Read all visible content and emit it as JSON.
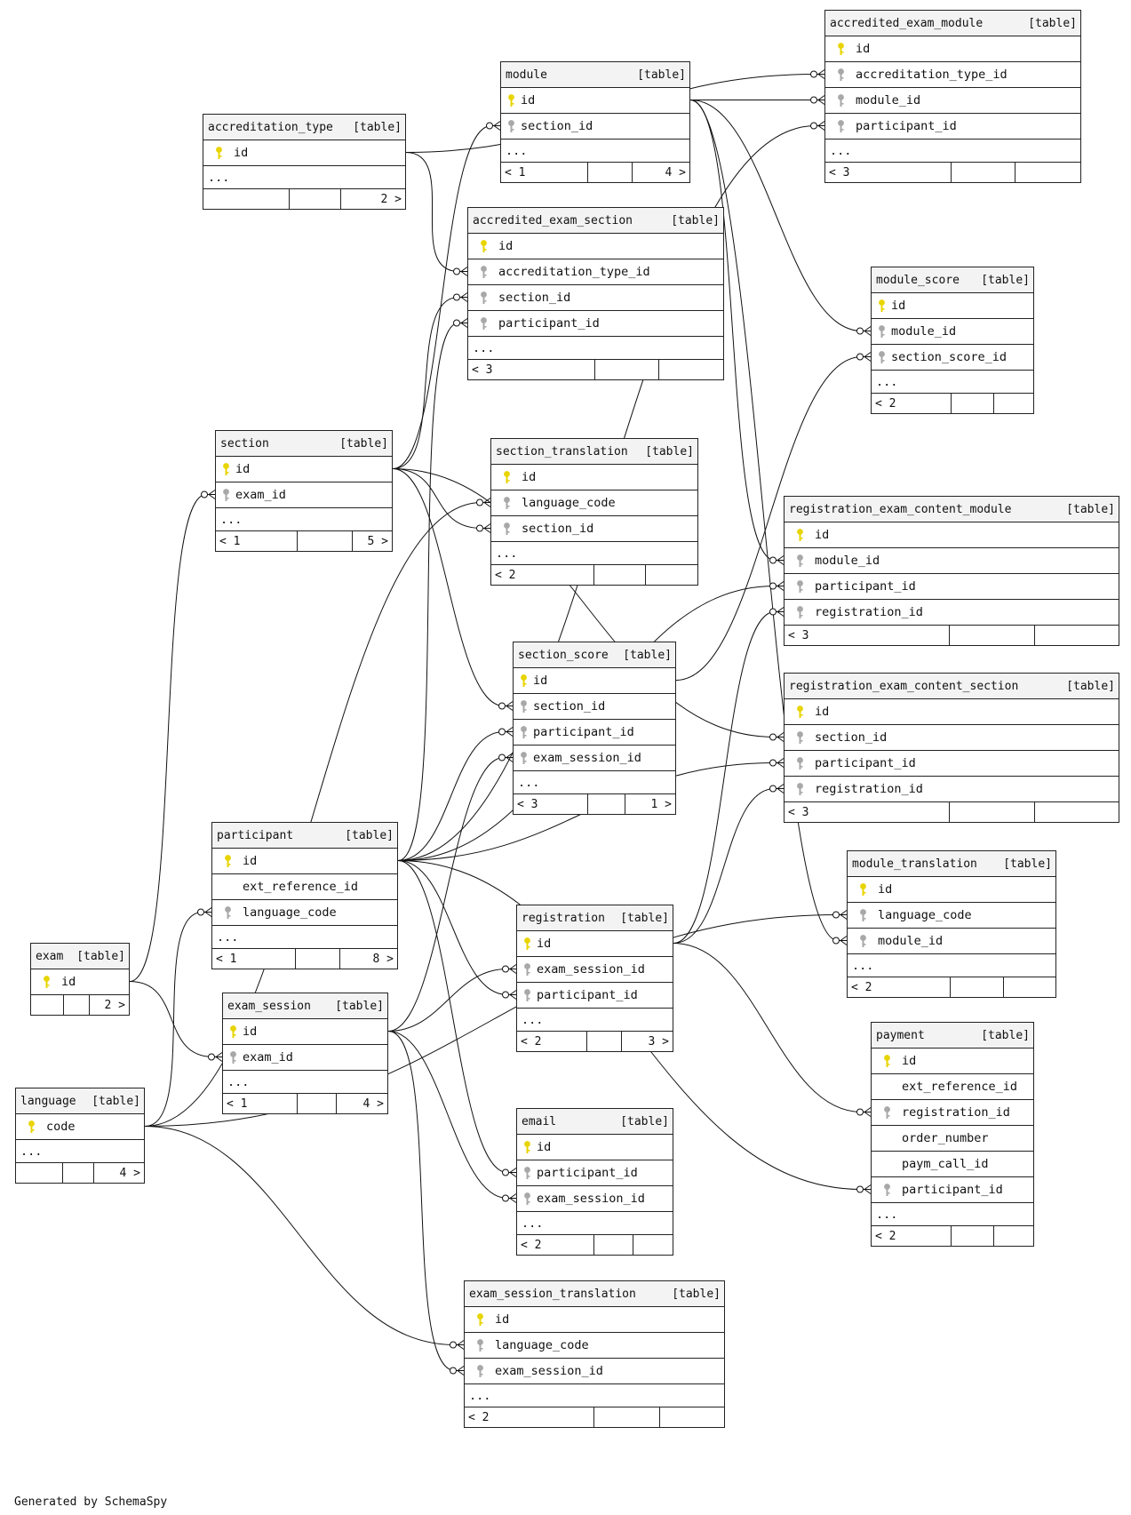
{
  "footer_text": "Generated by SchemaSpy",
  "tables": [
    {
      "name": "accredited_exam_module",
      "tag": "[table]",
      "columns": [
        {
          "name": "id",
          "key": "pk"
        },
        {
          "name": "accreditation_type_id",
          "key": "fk"
        },
        {
          "name": "module_id",
          "key": "fk"
        },
        {
          "name": "participant_id",
          "key": "fk"
        }
      ],
      "more": "...",
      "parents": "< 3",
      "children": ""
    },
    {
      "name": "module",
      "tag": "[table]",
      "columns": [
        {
          "name": "id",
          "key": "pk"
        },
        {
          "name": "section_id",
          "key": "fk"
        }
      ],
      "more": "...",
      "parents": "< 1",
      "children": "4 >"
    },
    {
      "name": "accreditation_type",
      "tag": "[table]",
      "columns": [
        {
          "name": "id",
          "key": "pk"
        }
      ],
      "more": "...",
      "parents": "",
      "children": "2 >"
    },
    {
      "name": "accredited_exam_section",
      "tag": "[table]",
      "columns": [
        {
          "name": "id",
          "key": "pk"
        },
        {
          "name": "accreditation_type_id",
          "key": "fk"
        },
        {
          "name": "section_id",
          "key": "fk"
        },
        {
          "name": "participant_id",
          "key": "fk"
        }
      ],
      "more": "...",
      "parents": "< 3",
      "children": ""
    },
    {
      "name": "module_score",
      "tag": "[table]",
      "columns": [
        {
          "name": "id",
          "key": "pk"
        },
        {
          "name": "module_id",
          "key": "fk"
        },
        {
          "name": "section_score_id",
          "key": "fk"
        }
      ],
      "more": "...",
      "parents": "< 2",
      "children": ""
    },
    {
      "name": "section",
      "tag": "[table]",
      "columns": [
        {
          "name": "id",
          "key": "pk"
        },
        {
          "name": "exam_id",
          "key": "fk"
        }
      ],
      "more": "...",
      "parents": "< 1",
      "children": "5 >"
    },
    {
      "name": "section_translation",
      "tag": "[table]",
      "columns": [
        {
          "name": "id",
          "key": "pk"
        },
        {
          "name": "language_code",
          "key": "fk"
        },
        {
          "name": "section_id",
          "key": "fk"
        }
      ],
      "more": "...",
      "parents": "< 2",
      "children": ""
    },
    {
      "name": "registration_exam_content_module",
      "tag": "[table]",
      "columns": [
        {
          "name": "id",
          "key": "pk"
        },
        {
          "name": "module_id",
          "key": "fk"
        },
        {
          "name": "participant_id",
          "key": "fk"
        },
        {
          "name": "registration_id",
          "key": "fk"
        }
      ],
      "more": "",
      "parents": "< 3",
      "children": ""
    },
    {
      "name": "section_score",
      "tag": "[table]",
      "columns": [
        {
          "name": "id",
          "key": "pk"
        },
        {
          "name": "section_id",
          "key": "fk"
        },
        {
          "name": "participant_id",
          "key": "fk"
        },
        {
          "name": "exam_session_id",
          "key": "fk"
        }
      ],
      "more": "...",
      "parents": "< 3",
      "children": "1 >"
    },
    {
      "name": "registration_exam_content_section",
      "tag": "[table]",
      "columns": [
        {
          "name": "id",
          "key": "pk"
        },
        {
          "name": "section_id",
          "key": "fk"
        },
        {
          "name": "participant_id",
          "key": "fk"
        },
        {
          "name": "registration_id",
          "key": "fk"
        }
      ],
      "more": "",
      "parents": "< 3",
      "children": ""
    },
    {
      "name": "participant",
      "tag": "[table]",
      "columns": [
        {
          "name": "id",
          "key": "pk"
        },
        {
          "name": "ext_reference_id",
          "key": ""
        },
        {
          "name": "language_code",
          "key": "fk"
        }
      ],
      "more": "...",
      "parents": "< 1",
      "children": "8 >"
    },
    {
      "name": "module_translation",
      "tag": "[table]",
      "columns": [
        {
          "name": "id",
          "key": "pk"
        },
        {
          "name": "language_code",
          "key": "fk"
        },
        {
          "name": "module_id",
          "key": "fk"
        }
      ],
      "more": "...",
      "parents": "< 2",
      "children": ""
    },
    {
      "name": "registration",
      "tag": "[table]",
      "columns": [
        {
          "name": "id",
          "key": "pk"
        },
        {
          "name": "exam_session_id",
          "key": "fk"
        },
        {
          "name": "participant_id",
          "key": "fk"
        }
      ],
      "more": "...",
      "parents": "< 2",
      "children": "3 >"
    },
    {
      "name": "exam",
      "tag": "[table]",
      "columns": [
        {
          "name": "id",
          "key": "pk"
        }
      ],
      "more": "",
      "parents": "",
      "children": "2 >"
    },
    {
      "name": "exam_session",
      "tag": "[table]",
      "columns": [
        {
          "name": "id",
          "key": "pk"
        },
        {
          "name": "exam_id",
          "key": "fk"
        }
      ],
      "more": "...",
      "parents": "< 1",
      "children": "4 >"
    },
    {
      "name": "payment",
      "tag": "[table]",
      "columns": [
        {
          "name": "id",
          "key": "pk"
        },
        {
          "name": "ext_reference_id",
          "key": ""
        },
        {
          "name": "registration_id",
          "key": "fk"
        },
        {
          "name": "order_number",
          "key": ""
        },
        {
          "name": "paym_call_id",
          "key": ""
        },
        {
          "name": "participant_id",
          "key": "fk"
        }
      ],
      "more": "...",
      "parents": "< 2",
      "children": ""
    },
    {
      "name": "language",
      "tag": "[table]",
      "columns": [
        {
          "name": "code",
          "key": "pk"
        }
      ],
      "more": "...",
      "parents": "",
      "children": "4 >"
    },
    {
      "name": "email",
      "tag": "[table]",
      "columns": [
        {
          "name": "id",
          "key": "pk"
        },
        {
          "name": "participant_id",
          "key": "fk"
        },
        {
          "name": "exam_session_id",
          "key": "fk"
        }
      ],
      "more": "...",
      "parents": "< 2",
      "children": ""
    },
    {
      "name": "exam_session_translation",
      "tag": "[table]",
      "columns": [
        {
          "name": "id",
          "key": "pk"
        },
        {
          "name": "language_code",
          "key": "fk"
        },
        {
          "name": "exam_session_id",
          "key": "fk"
        }
      ],
      "more": "...",
      "parents": "< 2",
      "children": ""
    }
  ],
  "relationships": [
    {
      "from": "accreditation_type",
      "to": "accredited_exam_module",
      "col": 1
    },
    {
      "from": "accreditation_type",
      "to": "accredited_exam_section",
      "col": 1
    },
    {
      "from": "module",
      "to": "accredited_exam_module",
      "col": 2
    },
    {
      "from": "module",
      "to": "module_score",
      "col": 1
    },
    {
      "from": "module",
      "to": "registration_exam_content_module",
      "col": 1
    },
    {
      "from": "module",
      "to": "module_translation",
      "col": 2
    },
    {
      "from": "participant",
      "to": "accredited_exam_module",
      "col": 3
    },
    {
      "from": "participant",
      "to": "accredited_exam_section",
      "col": 3
    },
    {
      "from": "participant",
      "to": "section_score",
      "col": 2
    },
    {
      "from": "participant",
      "to": "registration_exam_content_module",
      "col": 2
    },
    {
      "from": "participant",
      "to": "registration_exam_content_section",
      "col": 2
    },
    {
      "from": "participant",
      "to": "registration",
      "col": 2
    },
    {
      "from": "participant",
      "to": "email",
      "col": 1
    },
    {
      "from": "participant",
      "to": "payment",
      "col": 5
    },
    {
      "from": "section",
      "to": "module",
      "col": 1
    },
    {
      "from": "section",
      "to": "accredited_exam_section",
      "col": 2
    },
    {
      "from": "section",
      "to": "section_translation",
      "col": 2
    },
    {
      "from": "section",
      "to": "section_score",
      "col": 1
    },
    {
      "from": "section",
      "to": "registration_exam_content_section",
      "col": 1
    },
    {
      "from": "section_score",
      "to": "module_score",
      "col": 2
    },
    {
      "from": "registration",
      "to": "registration_exam_content_module",
      "col": 3
    },
    {
      "from": "registration",
      "to": "registration_exam_content_section",
      "col": 3
    },
    {
      "from": "registration",
      "to": "payment",
      "col": 2
    },
    {
      "from": "exam",
      "to": "section",
      "col": 1
    },
    {
      "from": "exam",
      "to": "exam_session",
      "col": 1
    },
    {
      "from": "exam_session",
      "to": "section_score",
      "col": 3
    },
    {
      "from": "exam_session",
      "to": "registration",
      "col": 1
    },
    {
      "from": "exam_session",
      "to": "email",
      "col": 2
    },
    {
      "from": "exam_session",
      "to": "exam_session_translation",
      "col": 2
    },
    {
      "from": "language",
      "to": "participant",
      "col": 2
    },
    {
      "from": "language",
      "to": "section_translation",
      "col": 1
    },
    {
      "from": "language",
      "to": "module_translation",
      "col": 1
    },
    {
      "from": "language",
      "to": "exam_session_translation",
      "col": 1
    }
  ]
}
